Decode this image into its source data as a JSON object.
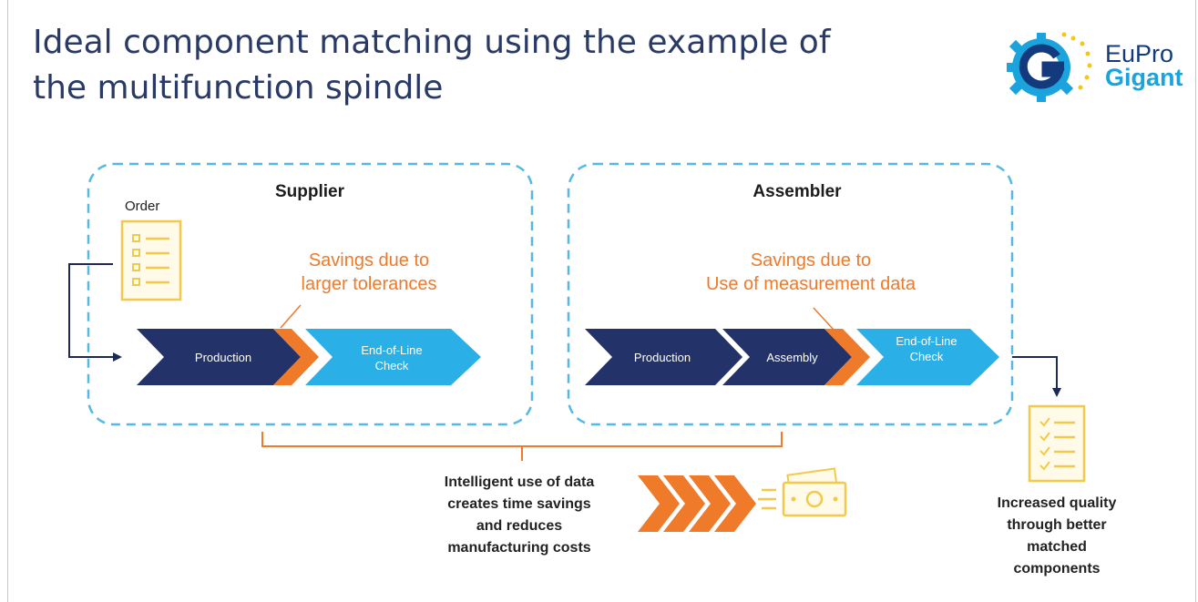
{
  "slide": {
    "title_line1": "Ideal component matching using the example of",
    "title_line2": "the multifunction spindle"
  },
  "logo": {
    "line1": "EuPro",
    "line2": "Gigant"
  },
  "supplier": {
    "header": "Supplier",
    "order_label": "Order",
    "savings_line1": "Savings due to",
    "savings_line2": "larger tolerances",
    "steps": [
      "Production",
      "End-of-Line Check"
    ]
  },
  "assembler": {
    "header": "Assembler",
    "savings_line1": "Savings due to",
    "savings_line2": "Use of measurement data",
    "steps": [
      "Production",
      "Assembly",
      "End-of-Line Check"
    ]
  },
  "bottom_note": {
    "lines": [
      "Intelligent use of data",
      "creates time savings",
      "and reduces",
      "manufacturing costs"
    ]
  },
  "result_note": {
    "lines": [
      "Increased quality",
      "through better",
      "matched",
      "components"
    ]
  },
  "colors": {
    "dark_blue": "#23336a",
    "light_blue": "#2ab0e6",
    "orange": "#ee7a2a",
    "dashed_border": "#55b8e6",
    "doc_yellow": "#f2c94c",
    "title": "#2a3a66"
  }
}
